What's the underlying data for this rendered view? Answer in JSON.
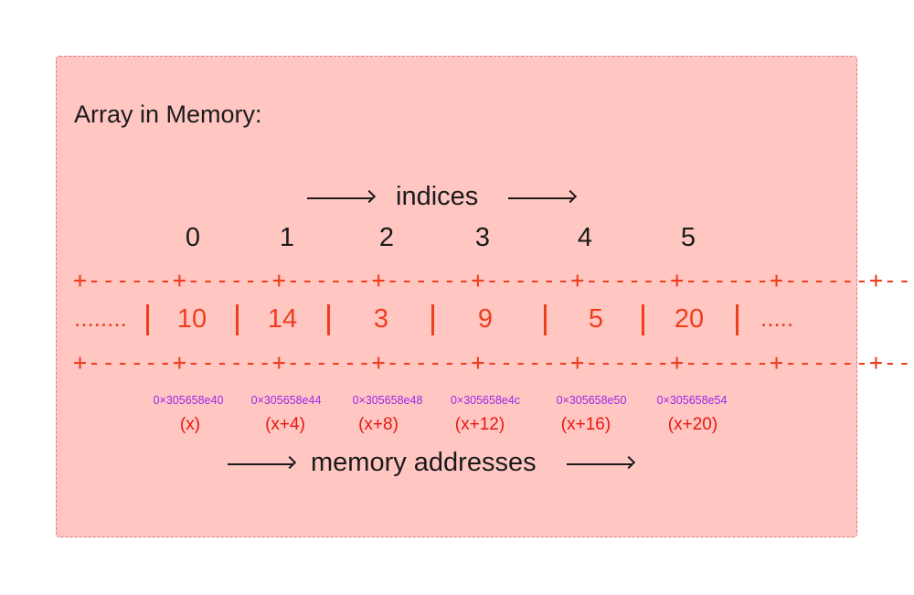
{
  "title": "Array in Memory:",
  "indices_label": "indices",
  "memory_label": "memory addresses",
  "border_text": "+------+------+------+------+------+------+------+------+--",
  "left_ellipsis": "........",
  "right_ellipsis": ".....",
  "cells": [
    {
      "index": "0",
      "value": "10",
      "address": "0×305658e40",
      "offset": "(x)"
    },
    {
      "index": "1",
      "value": "14",
      "address": "0×305658e44",
      "offset": "(x+4)"
    },
    {
      "index": "2",
      "value": "3",
      "address": "0×305658e48",
      "offset": "(x+8)"
    },
    {
      "index": "3",
      "value": "9",
      "address": "0×305658e4c",
      "offset": "(x+12)"
    },
    {
      "index": "4",
      "value": "5",
      "address": "0×305658e50",
      "offset": "(x+16)"
    },
    {
      "index": "5",
      "value": "20",
      "address": "0×305658e54",
      "offset": "(x+20)"
    }
  ],
  "colors": {
    "panel_background": "#ffc6c2",
    "panel_border": "#d97f7b",
    "array_red": "#ef3e1e",
    "address_purple": "#9b29e8",
    "offset_red": "#e8180f",
    "text_dark": "#1b1b1b"
  }
}
